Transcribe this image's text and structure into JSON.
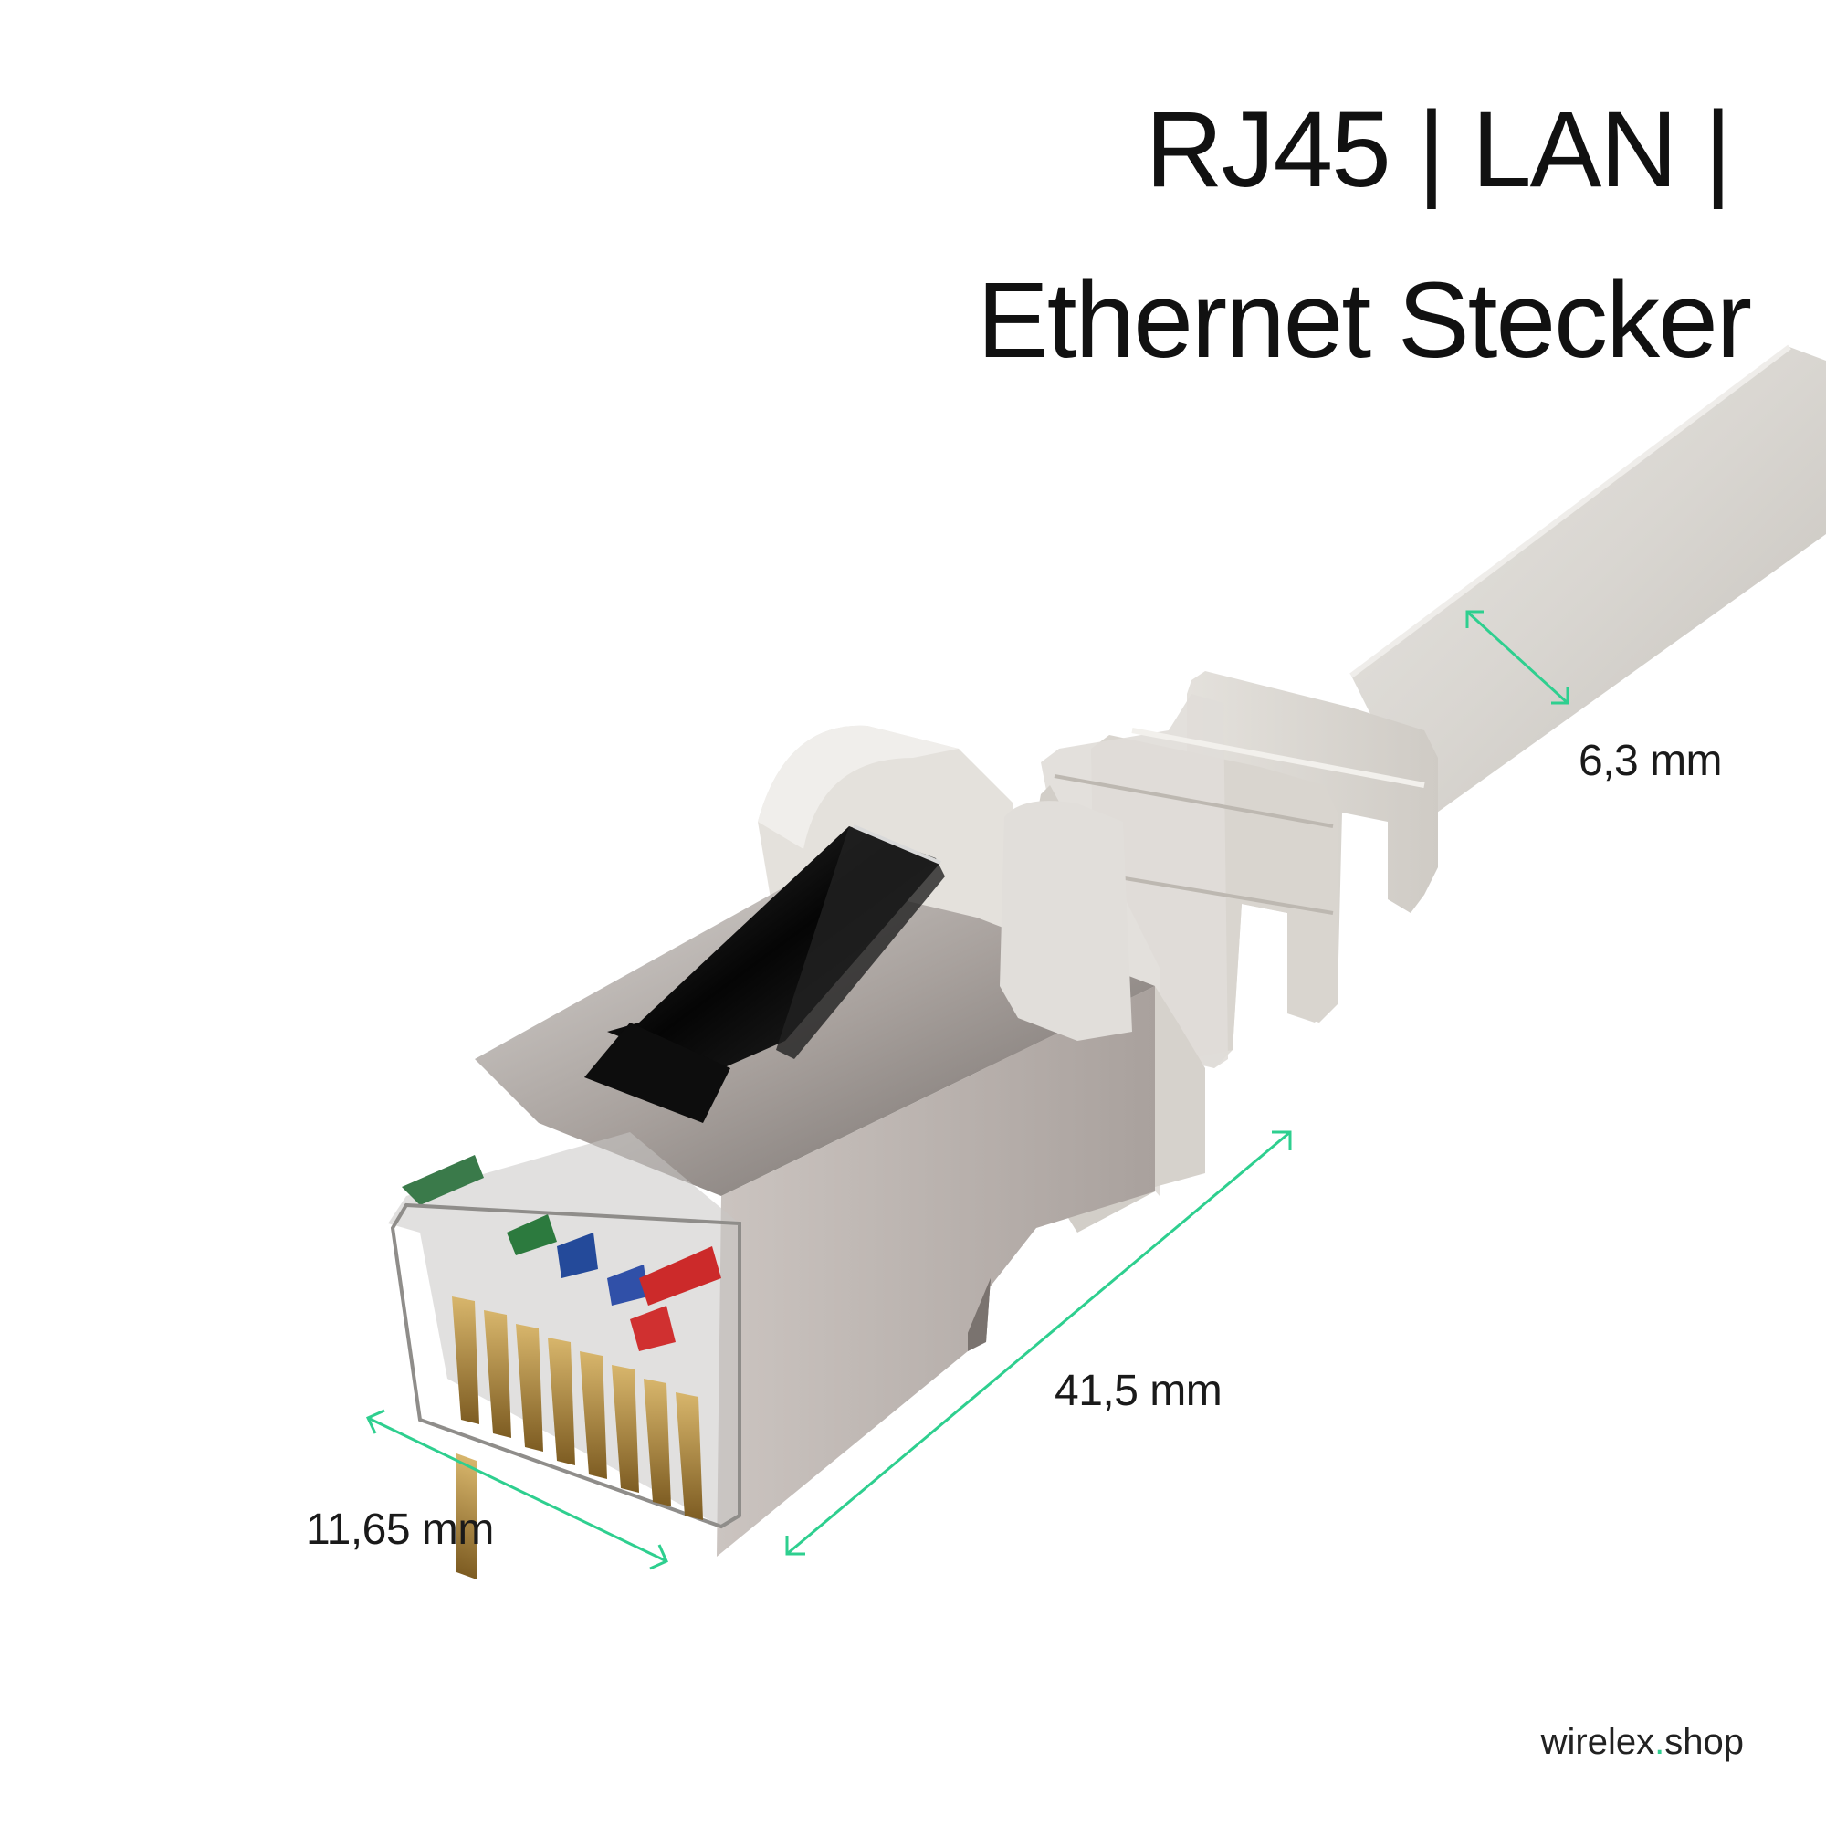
{
  "title": {
    "line1": "RJ45 | LAN |",
    "line2": "Ethernet Stecker"
  },
  "dimensions": {
    "cable_diameter": "6,3 mm",
    "plug_length": "41,5 mm",
    "plug_width": "11,65 mm"
  },
  "brand": {
    "name": "wirelex",
    "dot": ".",
    "tld": "shop"
  },
  "colors": {
    "accent": "#2ecf8f",
    "cable": "#dcd9d4",
    "boot": "#dedbd6",
    "shield": "#b7afab",
    "latch": "#111111",
    "contacts": "#b08a45"
  }
}
